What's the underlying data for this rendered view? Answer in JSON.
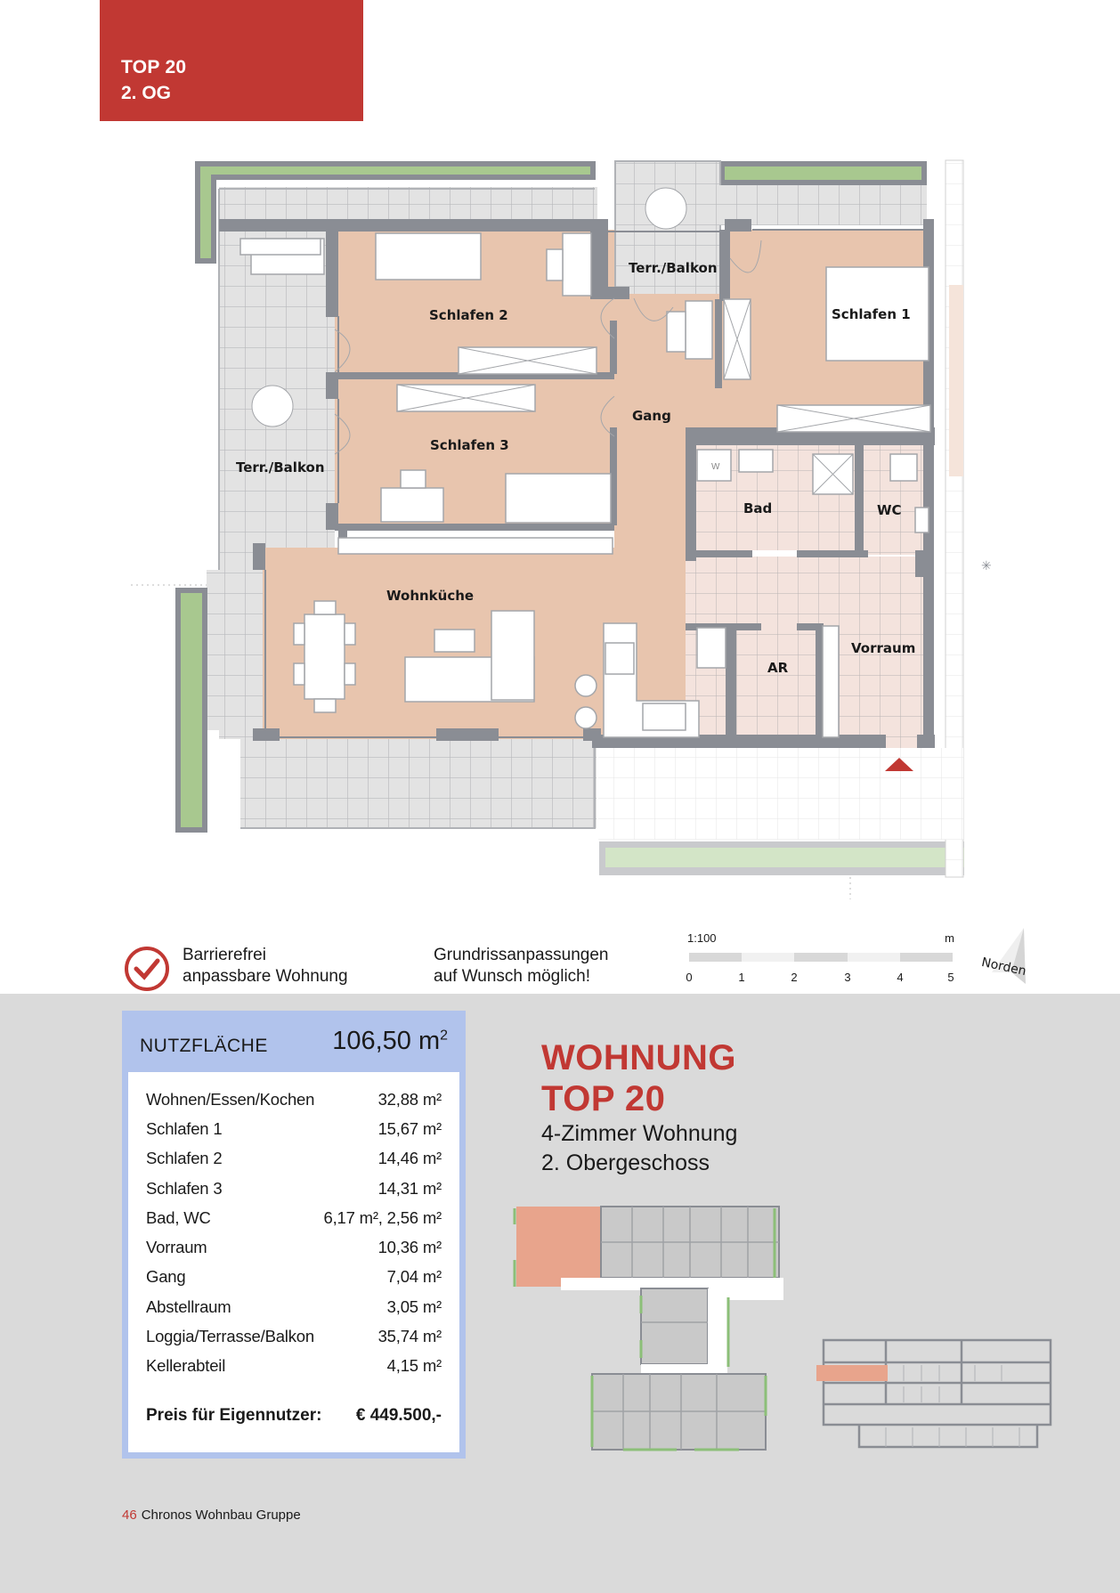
{
  "badge": {
    "line1": "TOP 20",
    "line2": "2. OG"
  },
  "floorplan": {
    "rooms": [
      {
        "name": "Schlafen 2"
      },
      {
        "name": "Schlafen 3"
      },
      {
        "name": "Schlafen 1"
      },
      {
        "name": "Terr./Balkon"
      },
      {
        "name": "Terr./Balkon"
      },
      {
        "name": "Gang"
      },
      {
        "name": "Bad"
      },
      {
        "name": "WC"
      },
      {
        "name": "Wohnküche"
      },
      {
        "name": "AR"
      },
      {
        "name": "Vorraum"
      }
    ],
    "washer_label": "W",
    "colors": {
      "room": "#e8c5ae",
      "wet_room": "#f3e2dc",
      "terrace": "#e3e3e3",
      "wall": "#8a8d94",
      "planter": "#a8c88f",
      "entry_marker": "#c13833"
    }
  },
  "legend": {
    "barrierfree_line1": "Barrierefrei",
    "barrierfree_line2": "anpassbare Wohnung",
    "adjust_line1": "Grundrissanpassungen",
    "adjust_line2": "auf Wunsch möglich!"
  },
  "scale": {
    "ratio": "1:100",
    "unit": "m",
    "ticks": [
      "0",
      "1",
      "2",
      "3",
      "4",
      "5"
    ]
  },
  "north_label": "Norden",
  "area_table": {
    "header_label": "NUTZFLÄCHE",
    "header_value": "106,50 m",
    "header_sup": "2",
    "rows": [
      {
        "label": "Wohnen/Essen/Kochen",
        "value": "32,88 m²"
      },
      {
        "label": "Schlafen 1",
        "value": "15,67 m²"
      },
      {
        "label": "Schlafen 2",
        "value": "14,46 m²"
      },
      {
        "label": "Schlafen 3",
        "value": "14,31 m²"
      },
      {
        "label": "Bad, WC",
        "value": "6,17 m², 2,56 m²"
      },
      {
        "label": "Vorraum",
        "value": "10,36 m²"
      },
      {
        "label": "Gang",
        "value": "7,04 m²"
      },
      {
        "label": "Abstellraum",
        "value": "3,05 m²"
      },
      {
        "label": "Loggia/Terrasse/Balkon",
        "value": "35,74 m²"
      },
      {
        "label": "Kellerabteil",
        "value": "4,15 m²"
      }
    ],
    "price_label": "Preis für Eigennutzer:",
    "price_value": "€ 449.500,-"
  },
  "title": {
    "line1": "WOHNUNG",
    "line2": "TOP 20",
    "sub1": "4-Zimmer Wohnung",
    "sub2": "2. Obergeschoss"
  },
  "footer": {
    "page": "46",
    "company": "Chronos Wohnbau Gruppe"
  }
}
